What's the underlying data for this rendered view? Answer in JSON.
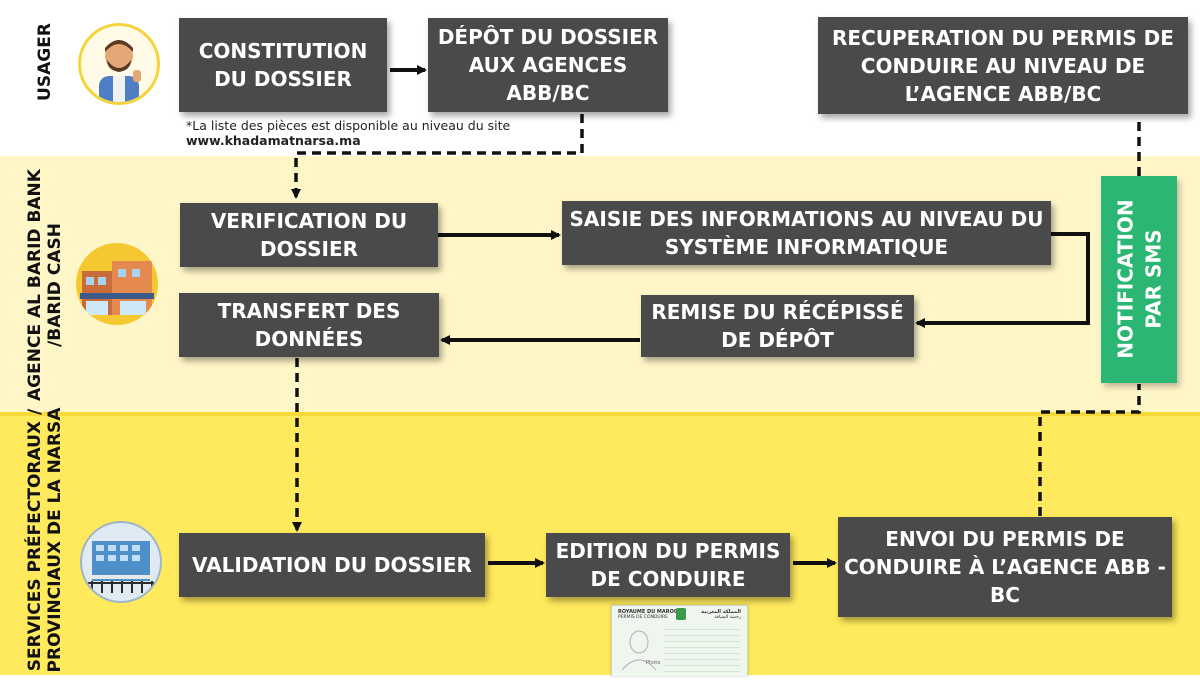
{
  "lanes": {
    "usager": "USAGER",
    "agence_line1": "AGENCE AL BARID BANK",
    "agence_line2": "/BARID CASH",
    "services_line1": "SERVICES PRÉFECTORAUX /",
    "services_line2": "PROVINCIAUX DE LA NARSA"
  },
  "steps": {
    "constitution": "CONSTITUTION DU DOSSIER",
    "depot": "DÉPÔT DU DOSSIER AUX AGENCES ABB/BC",
    "recuperation": "RECUPERATION DU PERMIS DE CONDUIRE AU NIVEAU DE L’AGENCE ABB/BC",
    "verification": "VERIFICATION DU DOSSIER",
    "saisie": "SAISIE DES INFORMATIONS AU NIVEAU DU SYSTÈME INFORMATIQUE",
    "transfert": "TRANSFERT DES DONNÉES",
    "remise": "REMISE DU RÉCÉPISSÉ DE DÉPÔT",
    "validation": "VALIDATION DU DOSSIER",
    "edition": "EDITION DU PERMIS DE CONDUIRE",
    "envoi": "ENVOI DU PERMIS DE CONDUIRE À L’AGENCE ABB - BC"
  },
  "notification": {
    "line1": "NOTIFICATION",
    "line2": "PAR SMS"
  },
  "note": {
    "text": "*La liste des pièces est disponible au niveau du site",
    "site": "www.khadamatnarsa.ma"
  },
  "license_card": {
    "left_header": "ROYAUME DU MAROC",
    "left_sub": "PERMIS DE CONDUIRE",
    "right_header": "المملكة المغربية",
    "right_sub": "رخصة السياقة",
    "photo": "Photo"
  },
  "icons": [
    "user-avatar-icon",
    "agency-building-icon",
    "prefecture-building-icon",
    "license-card-icon"
  ],
  "colors": {
    "box": "#4a4a4a",
    "sms": "#2bb673",
    "band_agence": "#fff6c8",
    "band_services": "#ffe95c",
    "avatar_ring": "#f5d33b"
  }
}
